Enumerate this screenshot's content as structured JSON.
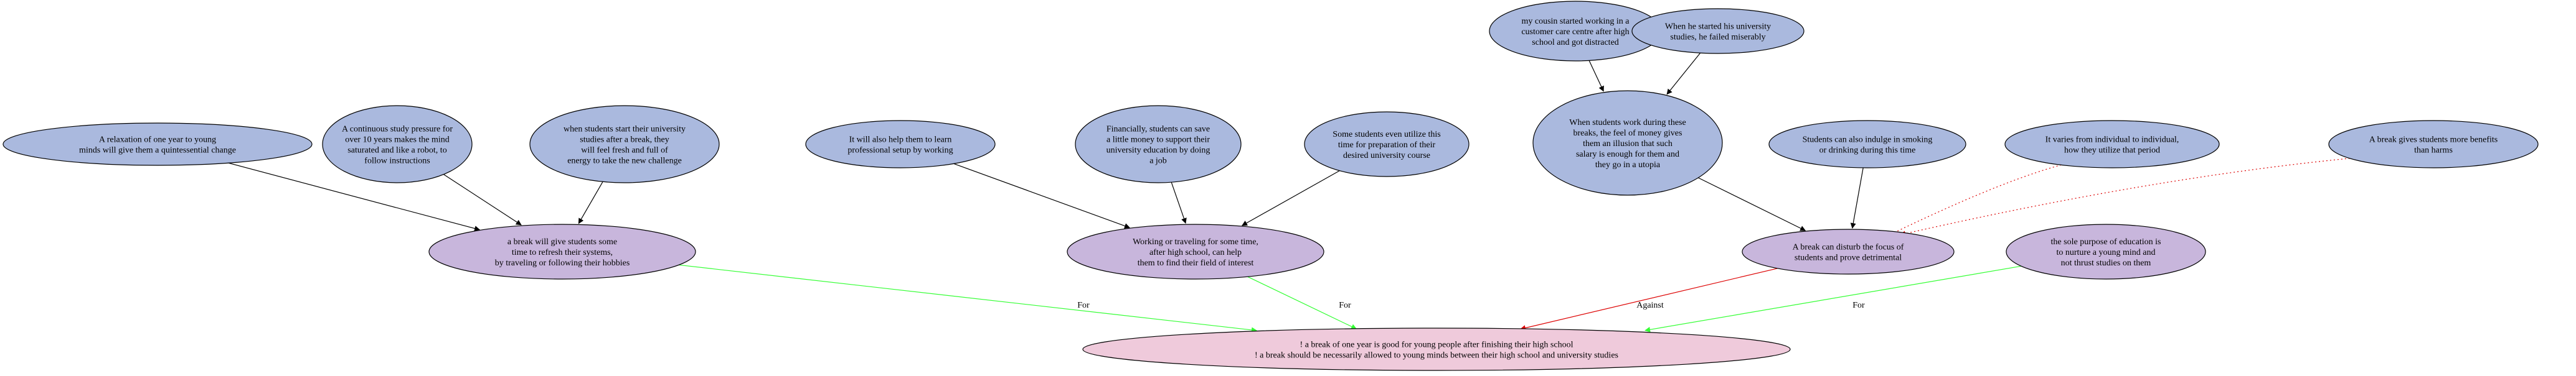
{
  "colors": {
    "premise": "#aab9de",
    "claim": "#c8b6dc",
    "conclusion": "#efcadb",
    "outline": "#000000",
    "support": "#33ff33",
    "attack": "#dd0000",
    "neutral": "#000000",
    "dotted": "#dd0000"
  },
  "nodes": [
    {
      "id": "n1",
      "kind": "premise",
      "lines": [
        "A relaxation of one year to young",
        "minds will give them a quintessential change"
      ]
    },
    {
      "id": "n2",
      "kind": "premise",
      "lines": [
        "A continuous study pressure for",
        "over 10 years makes the mind",
        "saturated and like a robot, to",
        "follow instructions"
      ]
    },
    {
      "id": "n3",
      "kind": "premise",
      "lines": [
        "when students start their university",
        "studies after a break, they",
        "will feel fresh and full of",
        "energy to take the new challenge"
      ]
    },
    {
      "id": "n4",
      "kind": "premise",
      "lines": [
        "It will also help them to learn",
        "professional setup by working"
      ]
    },
    {
      "id": "n5",
      "kind": "premise",
      "lines": [
        "Financially, students can save",
        "a little money to support their",
        "university education by doing",
        "a job"
      ]
    },
    {
      "id": "n6",
      "kind": "premise",
      "lines": [
        "Some students even utilize this",
        "time for preparation of their",
        "desired university course"
      ]
    },
    {
      "id": "n7",
      "kind": "premise",
      "lines": [
        "my cousin started working in a",
        "customer care centre after high",
        "school and got distracted"
      ]
    },
    {
      "id": "n8",
      "kind": "premise",
      "lines": [
        "When he started his university",
        "studies, he failed miserably"
      ]
    },
    {
      "id": "n9",
      "kind": "premise",
      "lines": [
        "When students work during these",
        "breaks, the feel of money gives",
        "them an illusion that such",
        "salary is enough for them and",
        "they go in a utopia"
      ]
    },
    {
      "id": "n10",
      "kind": "premise",
      "lines": [
        "Students can also indulge in smoking",
        "or drinking during this time"
      ]
    },
    {
      "id": "n11",
      "kind": "premise",
      "lines": [
        "It varies from individual to individual,",
        "how they utilize that period"
      ]
    },
    {
      "id": "n12",
      "kind": "premise",
      "lines": [
        "A break gives students more benefits",
        "than harms"
      ]
    },
    {
      "id": "c1",
      "kind": "claim",
      "lines": [
        "a break will give students some",
        "time to refresh their systems,",
        "by traveling or following their hobbies"
      ]
    },
    {
      "id": "c2",
      "kind": "claim",
      "lines": [
        "Working or traveling for some time,",
        "after high school, can help",
        "them to find their field of interest"
      ]
    },
    {
      "id": "c3",
      "kind": "claim",
      "lines": [
        "A break can disturb the focus of",
        "students and prove detrimental"
      ]
    },
    {
      "id": "c4",
      "kind": "claim",
      "lines": [
        "the sole purpose of education is",
        "to nurture a young mind and",
        "not thrust studies on them"
      ]
    },
    {
      "id": "m",
      "kind": "conclusion",
      "lines": [
        "! a break of one year is good for young people after finishing their high school",
        "! a break should be necessarily allowed to young minds between their high school and university studies"
      ]
    }
  ],
  "edges": [
    {
      "from": "n1",
      "to": "c1",
      "style": "neutral",
      "label": ""
    },
    {
      "from": "n2",
      "to": "c1",
      "style": "neutral",
      "label": ""
    },
    {
      "from": "n3",
      "to": "c1",
      "style": "neutral",
      "label": ""
    },
    {
      "from": "n4",
      "to": "c2",
      "style": "neutral",
      "label": ""
    },
    {
      "from": "n5",
      "to": "c2",
      "style": "neutral",
      "label": ""
    },
    {
      "from": "n6",
      "to": "c2",
      "style": "neutral",
      "label": ""
    },
    {
      "from": "n7",
      "to": "n9",
      "style": "neutral",
      "label": ""
    },
    {
      "from": "n8",
      "to": "n9",
      "style": "neutral",
      "label": ""
    },
    {
      "from": "n9",
      "to": "c3",
      "style": "neutral",
      "label": ""
    },
    {
      "from": "n10",
      "to": "c3",
      "style": "neutral",
      "label": ""
    },
    {
      "from": "n11",
      "to": "c3",
      "style": "dotted",
      "label": ""
    },
    {
      "from": "n12",
      "to": "c3",
      "style": "dotted",
      "label": ""
    },
    {
      "from": "c1",
      "to": "m",
      "style": "support",
      "label": "For"
    },
    {
      "from": "c2",
      "to": "m",
      "style": "support",
      "label": "For"
    },
    {
      "from": "c3",
      "to": "m",
      "style": "attack",
      "label": "Against"
    },
    {
      "from": "c4",
      "to": "m",
      "style": "support",
      "label": "For"
    }
  ]
}
